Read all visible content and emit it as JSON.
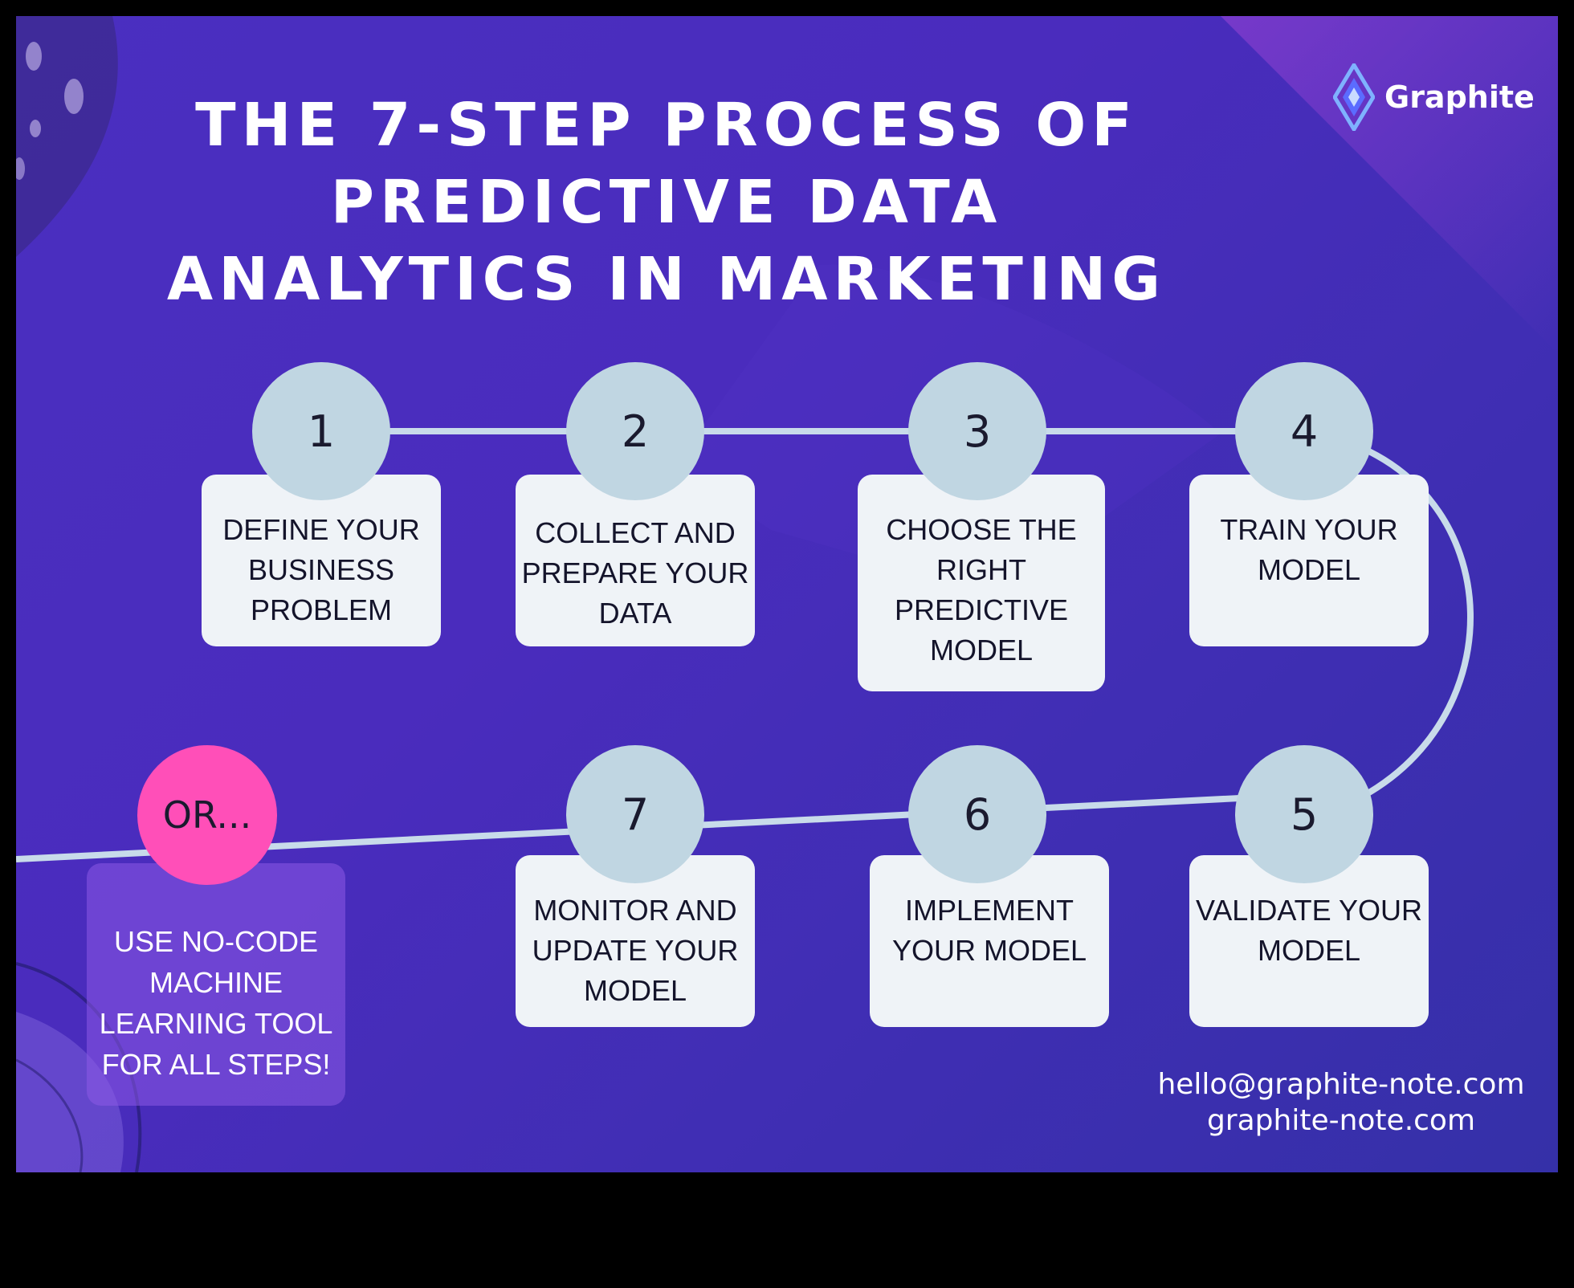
{
  "title": {
    "line1": "THE 7-STEP PROCESS OF",
    "line2": "PREDICTIVE DATA",
    "line3": "ANALYTICS IN MARKETING"
  },
  "brand": {
    "name": "Graphite",
    "logo_icon": "graphite-diamond-logo",
    "logo_colors": [
      "#7fb2ff",
      "#5b6cff"
    ]
  },
  "colors": {
    "background_start": "#4a2fc0",
    "background_end": "#3530a8",
    "step_circle": "#c0d6e2",
    "step_card": "#eff3f7",
    "connector_line": "#c8dbea",
    "or_circle": "#ff4fb8",
    "alt_card": "#8c5ae6"
  },
  "steps": [
    {
      "number": "1",
      "label": "DEFINE YOUR\nBUSINESS\nPROBLEM"
    },
    {
      "number": "2",
      "label": "COLLECT AND\nPREPARE YOUR\nDATA"
    },
    {
      "number": "3",
      "label": "CHOOSE THE\nRIGHT\nPREDICTIVE\nMODEL"
    },
    {
      "number": "4",
      "label": "TRAIN YOUR\nMODEL"
    },
    {
      "number": "5",
      "label": "VALIDATE YOUR\nMODEL"
    },
    {
      "number": "6",
      "label": "IMPLEMENT\nYOUR MODEL"
    },
    {
      "number": "7",
      "label": "MONITOR AND\nUPDATE YOUR\nMODEL"
    }
  ],
  "alternative": {
    "badge": "OR...",
    "label": "USE NO-CODE\nMACHINE\nLEARNING TOOL\nFOR ALL STEPS!"
  },
  "contact": {
    "email": "hello@graphite-note.com",
    "website": "graphite-note.com"
  }
}
